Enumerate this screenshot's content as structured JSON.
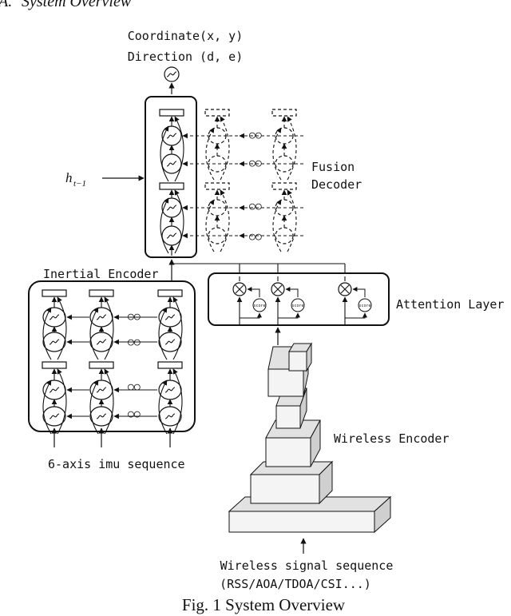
{
  "section": {
    "number": "A.",
    "title": "System Overview"
  },
  "outputs": {
    "coordinate": "Coordinate(x, y)",
    "direction": "Direction (d, e)"
  },
  "hidden_state": {
    "base": "h",
    "subscript": "t−1"
  },
  "dots": "○○",
  "fusion": {
    "line1": "Fusion",
    "line2": "Decoder"
  },
  "inertial": {
    "title": "Inertial Encoder",
    "input": "6-axis imu sequence"
  },
  "attention": {
    "title": "Attention Layer",
    "score_label": "score"
  },
  "wireless": {
    "title": "Wireless Encoder",
    "input_line1": "Wireless signal sequence",
    "input_line2": "(RSS/AOA/TDOA/CSI...)"
  },
  "caption": "Fig. 1 System Overview",
  "colors": {
    "ink": "#111111",
    "block_front": "#f4f4f4",
    "block_top": "#e2e2e2",
    "block_side": "#cfcfcf"
  }
}
